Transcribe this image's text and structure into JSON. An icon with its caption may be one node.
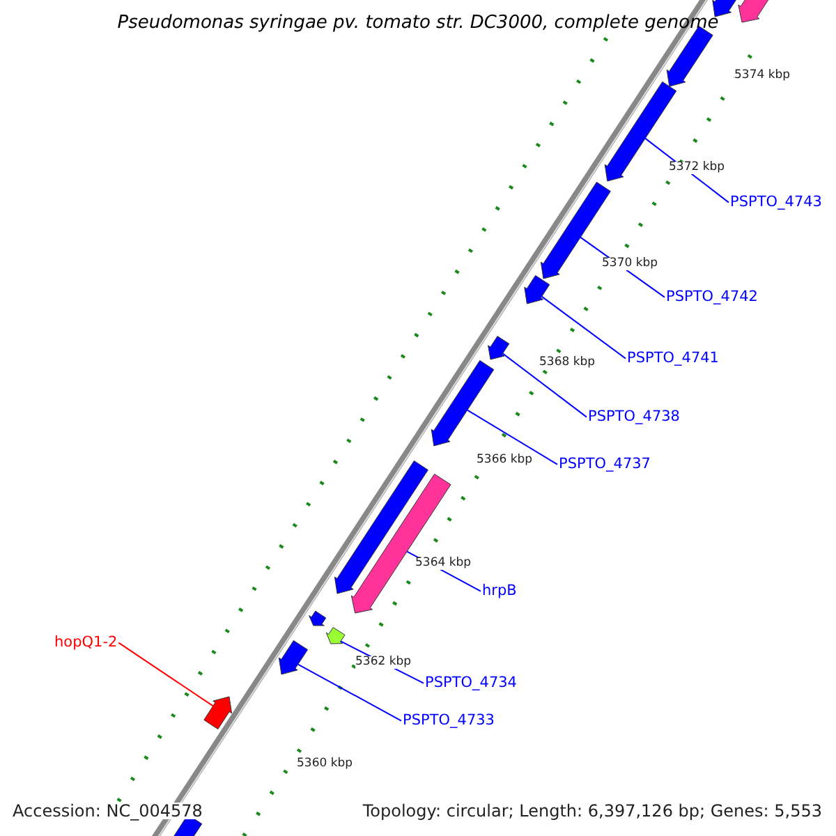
{
  "diagram": {
    "title": "Pseudomonas syringae pv. tomato str. DC3000, complete genome",
    "nodes": [
      {
        "text": [
          "PSPTO_4743"
        ]
      },
      {
        "text": [
          "PSPTO_4742"
        ]
      },
      {
        "text": [
          "PSPTO_4741"
        ]
      },
      {
        "text": [
          "PSPTO_4738"
        ]
      },
      {
        "text": [
          "PSPTO_4737"
        ]
      },
      {
        "text": [
          "hrpB"
        ]
      },
      {
        "text": [
          "hopQ1-2"
        ]
      },
      {
        "text": [
          "PSPTO_4734"
        ]
      },
      {
        "text": [
          "PSPTO_4733"
        ]
      },
      {
        "text": [],
        "shape": "arrow"
      },
      {
        "text": [],
        "shape": "arrow"
      },
      {
        "text": [],
        "shape": "arrow"
      },
      {
        "text": [],
        "shape": "arrow"
      },
      {
        "text": [],
        "shape": "arrow"
      },
      {
        "text": [],
        "shape": "arrow"
      },
      {
        "text": [],
        "shape": "arrow"
      },
      {
        "text": [],
        "shape": "arrow"
      },
      {
        "text": [],
        "shape": "arrow"
      },
      {
        "text": [],
        "shape": "arrow"
      },
      {
        "text": [],
        "shape": "arrow"
      },
      {
        "text": [],
        "shape": "arrow"
      },
      {
        "text": [],
        "shape": "arrow"
      },
      {
        "text": [],
        "shape": "arrow"
      },
      {
        "text": [],
        "shape": "arrow"
      }
    ],
    "edges": [
      {
        "from": 0,
        "to": 9,
        "arrow": "none"
      },
      {
        "from": 1,
        "to": 10,
        "arrow": "none"
      },
      {
        "from": 2,
        "to": 11,
        "arrow": "none"
      },
      {
        "from": 3,
        "to": 12,
        "arrow": "none"
      },
      {
        "from": 4,
        "to": 13,
        "arrow": "none"
      },
      {
        "from": 5,
        "to": 14,
        "arrow": "none"
      },
      {
        "from": 6,
        "to": 15,
        "arrow": "none",
        "color": "#ff0000"
      },
      {
        "from": 7,
        "to": 16,
        "arrow": "none"
      },
      {
        "from": 8,
        "to": 17,
        "arrow": "none"
      }
    ],
    "labels": [
      "5374 kbp",
      "5372 kbp",
      "5370 kbp",
      "5368 kbp",
      "5366 kbp",
      "5364 kbp",
      "5362 kbp",
      "5360 kbp",
      "Accession: NC_004578",
      "Topology: circular; Length: 6,397,126 bp; Genes: 5,553"
    ]
  }
}
